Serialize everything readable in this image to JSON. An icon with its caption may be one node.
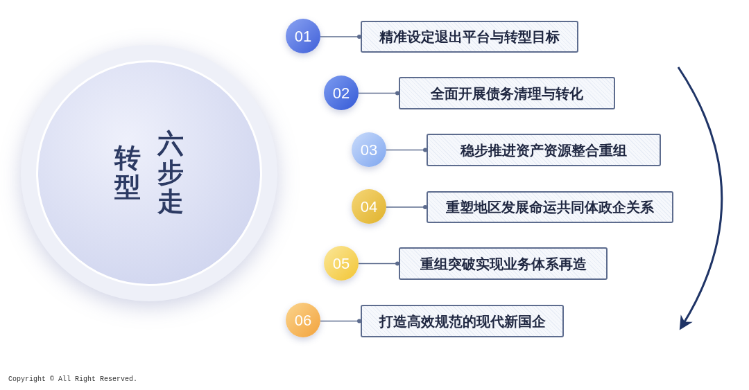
{
  "diagram": {
    "nodes": [
      {
        "text": [
          "转型",
          "六步走"
        ]
      },
      {
        "text": [
          "01"
        ]
      },
      {
        "text": [
          "精准设定退出平台与转型目标"
        ]
      },
      {
        "text": [
          "02"
        ]
      },
      {
        "text": [
          "全面开展债务清理与转化"
        ]
      },
      {
        "text": [
          "03"
        ]
      },
      {
        "text": [
          "稳步推进资产资源整合重组"
        ]
      },
      {
        "text": [
          "04"
        ]
      },
      {
        "text": [
          "重塑地区发展命运共同体政企关系"
        ]
      },
      {
        "text": [
          "05"
        ]
      },
      {
        "text": [
          "重组突破实现业务体系再造"
        ]
      },
      {
        "text": [
          "06"
        ]
      },
      {
        "text": [
          "打造高效规范的现代新国企"
        ]
      }
    ],
    "edges": [
      {
        "from": 1,
        "to": 2,
        "arrow": "other"
      },
      {
        "from": 3,
        "to": 4,
        "arrow": "other"
      },
      {
        "from": 5,
        "to": 6,
        "arrow": "other"
      },
      {
        "from": 7,
        "to": 8,
        "arrow": "other"
      },
      {
        "from": 9,
        "to": 10,
        "arrow": "other"
      },
      {
        "from": 11,
        "to": 12,
        "arrow": "other"
      }
    ],
    "labels": [
      "Copyright © All Right Reserved."
    ]
  }
}
